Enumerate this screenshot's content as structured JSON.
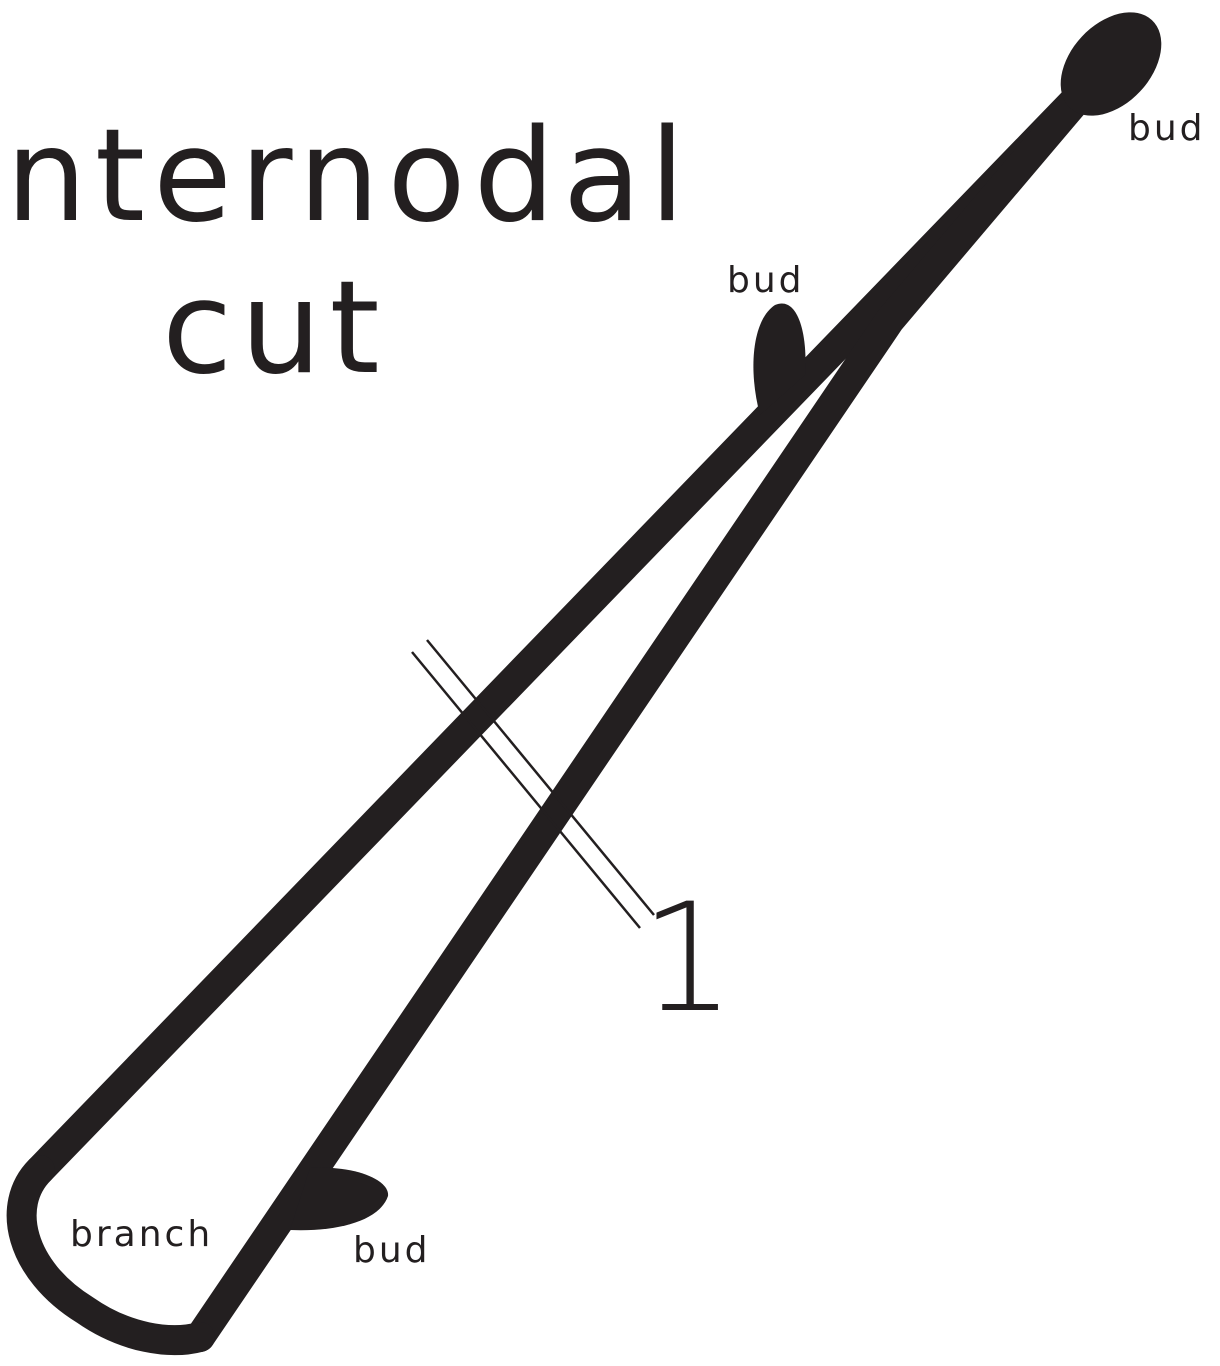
{
  "title": {
    "line1": "Internodal",
    "line2": "cut"
  },
  "labels": {
    "bud_top": "bud",
    "bud_middle": "bud",
    "bud_bottom": "bud",
    "branch": "branch"
  },
  "cut": {
    "number": "1"
  },
  "colors": {
    "ink": "#231f20",
    "background": "#ffffff"
  }
}
